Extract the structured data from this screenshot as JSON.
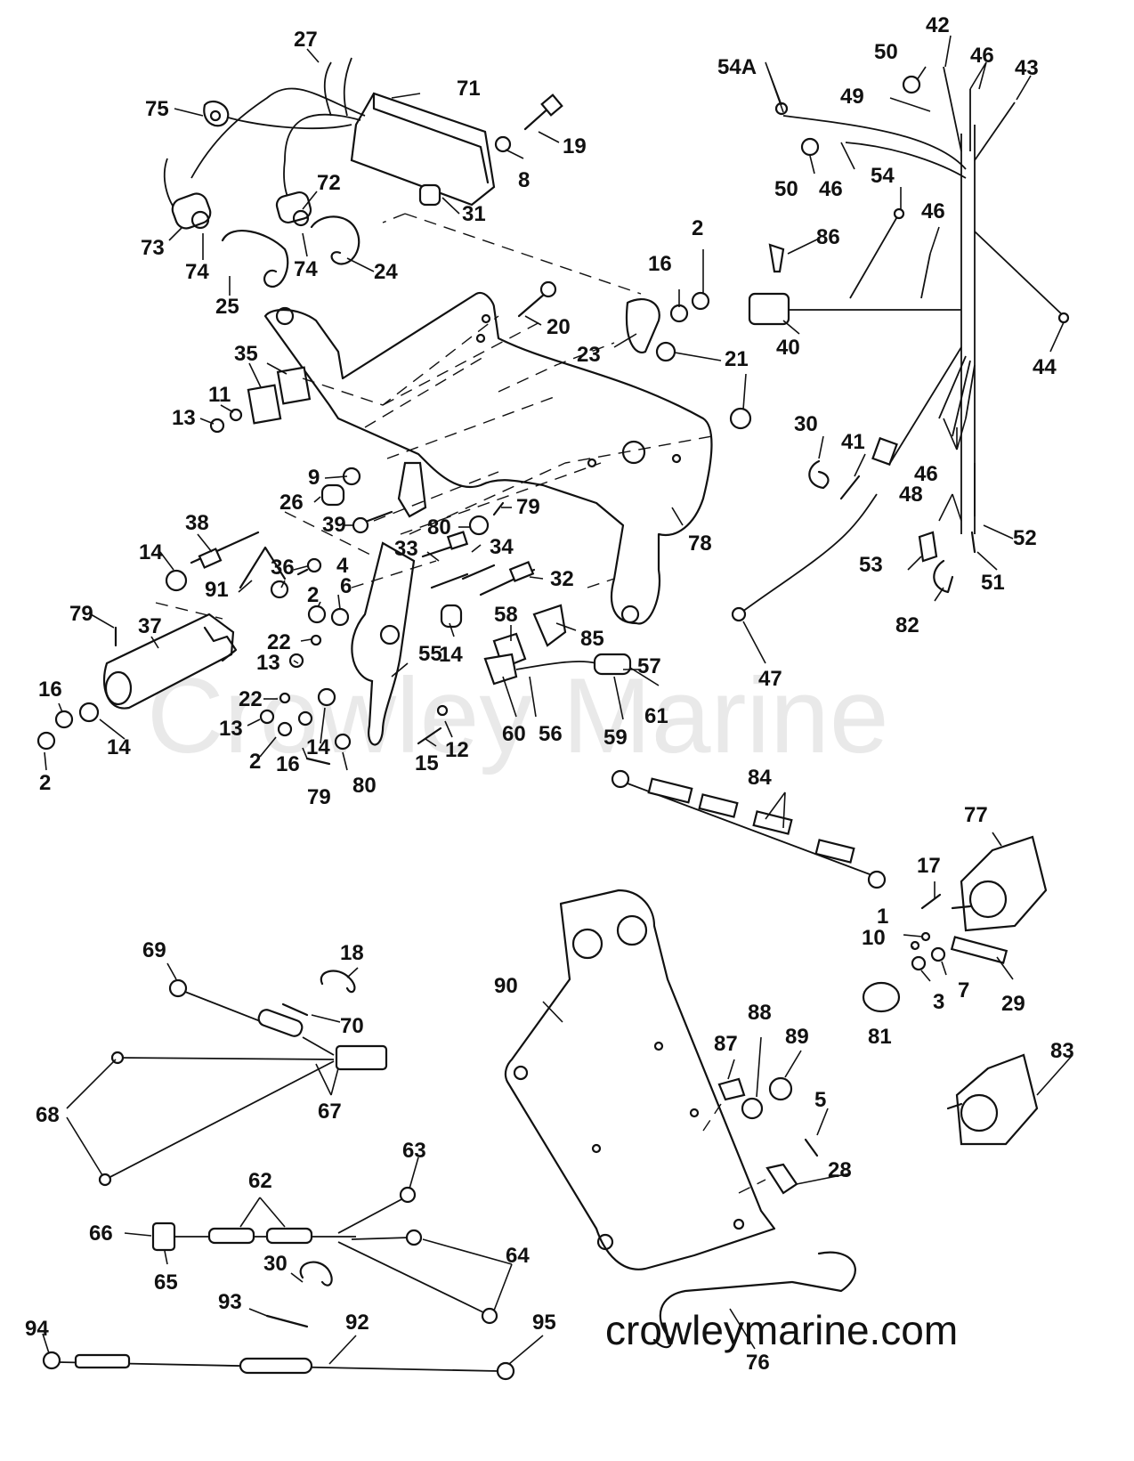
{
  "watermark": "Crowley Marine",
  "website": "crowleymarine.com",
  "callouts": {
    "c1": "1",
    "c2a": "2",
    "c2b": "2",
    "c2c": "2",
    "c2d": "2",
    "c3": "3",
    "c4": "4",
    "c5": "5",
    "c6": "6",
    "c7": "7",
    "c8": "8",
    "c9": "9",
    "c10": "10",
    "c11": "11",
    "c12": "12",
    "c13a": "13",
    "c13b": "13",
    "c13c": "13",
    "c14a": "14",
    "c14b": "14",
    "c14c": "14",
    "c14d": "14",
    "c15": "15",
    "c16a": "16",
    "c16b": "16",
    "c16c": "16",
    "c17": "17",
    "c18": "18",
    "c19": "19",
    "c20": "20",
    "c21": "21",
    "c22a": "22",
    "c22b": "22",
    "c23": "23",
    "c24": "24",
    "c25": "25",
    "c26": "26",
    "c27": "27",
    "c28": "28",
    "c29": "29",
    "c30a": "30",
    "c30b": "30",
    "c31": "31",
    "c32": "32",
    "c33": "33",
    "c34": "34",
    "c35": "35",
    "c36": "36",
    "c37": "37",
    "c38": "38",
    "c39": "39",
    "c40": "40",
    "c41": "41",
    "c42": "42",
    "c43": "43",
    "c44": "44",
    "c46a": "46",
    "c46b": "46",
    "c46c": "46",
    "c46d": "46",
    "c47": "47",
    "c48": "48",
    "c49": "49",
    "c50a": "50",
    "c50b": "50",
    "c51": "51",
    "c52": "52",
    "c53": "53",
    "c54": "54",
    "c54A": "54A",
    "c55": "55",
    "c56": "56",
    "c57": "57",
    "c58": "58",
    "c59": "59",
    "c60": "60",
    "c61": "61",
    "c62": "62",
    "c63": "63",
    "c64": "64",
    "c65": "65",
    "c66": "66",
    "c67": "67",
    "c68": "68",
    "c69": "69",
    "c70": "70",
    "c71": "71",
    "c72": "72",
    "c73": "73",
    "c74a": "74",
    "c74b": "74",
    "c75": "75",
    "c76": "76",
    "c77": "77",
    "c78": "78",
    "c79a": "79",
    "c79b": "79",
    "c79c": "79",
    "c80a": "80",
    "c80b": "80",
    "c81": "81",
    "c82": "82",
    "c83": "83",
    "c84": "84",
    "c85": "85",
    "c86": "86",
    "c87": "87",
    "c88": "88",
    "c89": "89",
    "c90": "90",
    "c91": "91",
    "c92": "92",
    "c93": "93",
    "c94": "94",
    "c95": "95"
  }
}
